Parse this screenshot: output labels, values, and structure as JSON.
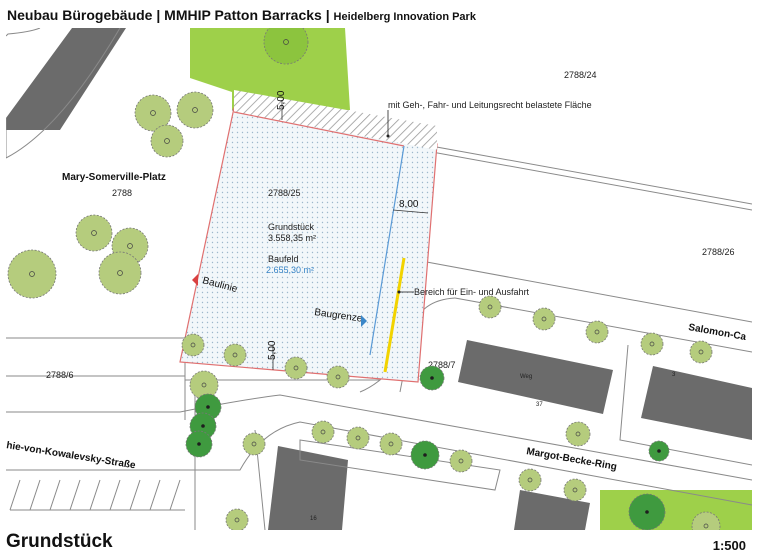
{
  "header": {
    "title": "Neubau Bürogebäude | MMHIP Patton Barracks |",
    "subtitle": "Heidelberg Innovation Park"
  },
  "footer": {
    "title": "Grundstück",
    "scale": "1:500"
  },
  "parcels": {
    "p2788_24": "2788/24",
    "p2788_25": "2788/25",
    "p2788": "2788",
    "p2788_26": "2788/26",
    "p2788_6": "2788/6",
    "p2788_7": "2788/7"
  },
  "places": {
    "mary": "Mary-Somerville-Platz",
    "kowalevsky": "hie-von-Kowalevsky-Straße",
    "margot": "Margot-Becke-Ring",
    "salomon": "Salomon-Ca"
  },
  "plot": {
    "grundstueck_label": "Grundstück",
    "grundstueck_area": "3.558,35 m²",
    "baufeld_label": "Baufeld",
    "baufeld_area": "2.655,30 m²",
    "baulinie": "Baulinie",
    "baugrenze": "Baugrenze"
  },
  "dimensions": {
    "top": "5,00",
    "right": "8,00",
    "bottom": "5,00"
  },
  "annotations": {
    "easement": "mit Geh-, Fahr- und Leitungsrecht belastete Fläche",
    "entrance": "Bereich für Ein- und Ausfahrt"
  },
  "buildings": {
    "weg": "Weg",
    "n37": "37",
    "n3": "3",
    "n16": "16"
  },
  "colors": {
    "plot_outline": "#e07070",
    "baugrenze": "#5a9ad6",
    "entrance": "#f2d300",
    "green_area": "#9ed04a",
    "tree": "#b5cc7d",
    "tree_dark": "#3f9a3f",
    "building": "#6b6b6b"
  }
}
